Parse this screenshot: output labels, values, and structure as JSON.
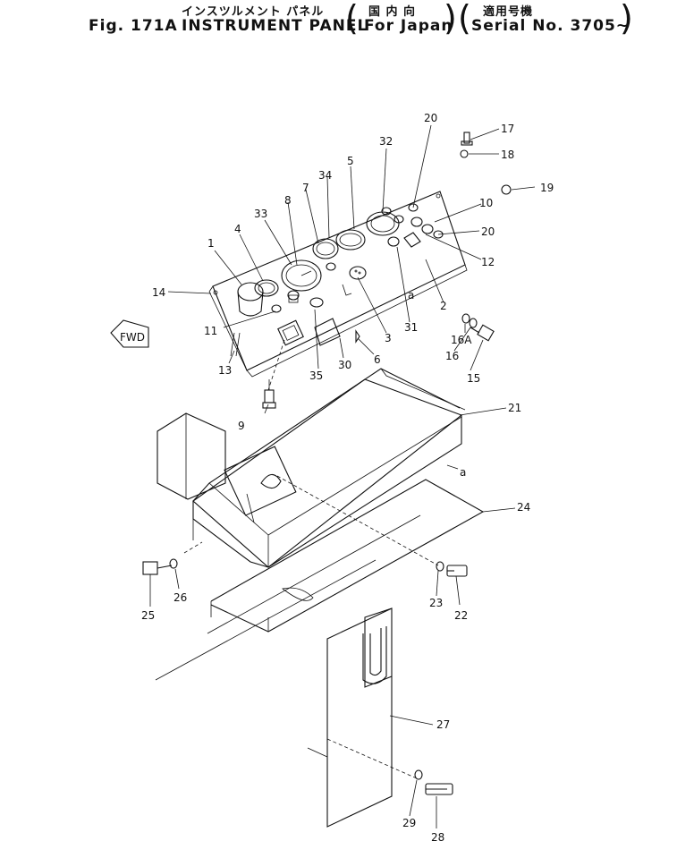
{
  "header": {
    "title_jp": "インスツルメント パネル",
    "qualifier_jp": "国 内 向",
    "serial_jp": "適用号機",
    "figure": "Fig. 171A",
    "title_en": "INSTRUMENT PANEL",
    "qualifier_en": "For Japan",
    "serial_en": "Serial No. 3705~"
  },
  "diagram": {
    "fwd_marker": "FWD",
    "reference_mark": "a",
    "callouts": [
      "1",
      "2",
      "3",
      "4",
      "5",
      "6",
      "7",
      "8",
      "9",
      "10",
      "11",
      "12",
      "13",
      "14",
      "15",
      "16",
      "16A",
      "17",
      "18",
      "19",
      "20",
      "20",
      "21",
      "22",
      "23",
      "24",
      "25",
      "26",
      "27",
      "28",
      "29",
      "30",
      "31",
      "32",
      "33",
      "34",
      "35"
    ]
  }
}
